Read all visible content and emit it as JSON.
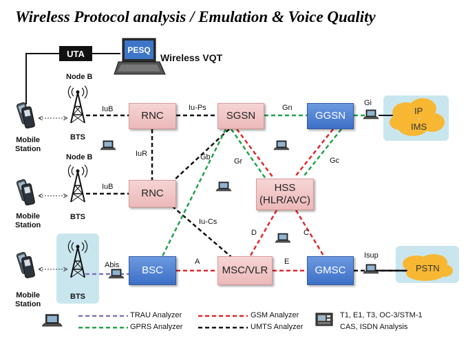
{
  "title": "Wireless Protocol analysis / Emulation & Voice Quality",
  "uta": "UTA",
  "pesq": "PESQ",
  "wireless_vqt": "Wireless VQT",
  "nodes": {
    "rnc1": "RNC",
    "rnc2": "RNC",
    "sgsn": "SGSN",
    "ggsn": "GGSN",
    "hss_line1": "HSS",
    "hss_line2": "(HLR/AVC)",
    "bsc": "BSC",
    "msc": "MSC/VLR",
    "gmsc": "GMSC"
  },
  "labels": {
    "node_b_1": "Node B",
    "node_b_2": "Node B",
    "bts1": "BTS",
    "bts2": "BTS",
    "bts3": "BTS",
    "ms1_l1": "Mobile",
    "ms1_l2": "Station",
    "ms2_l1": "Mobile",
    "ms2_l2": "Station",
    "ms3_l1": "Mobile",
    "ms3_l2": "Station",
    "iub1": "IuB",
    "iub2": "IuB",
    "iups": "Iu-Ps",
    "iur": "IuR",
    "iucs": "Iu-Cs",
    "gn": "Gn",
    "gi": "Gi",
    "gb": "Gb",
    "gr": "Gr",
    "gc": "Gc",
    "d": "D",
    "c": "C",
    "a": "A",
    "e": "E",
    "abis": "Abis",
    "isup": "Isup"
  },
  "clouds": {
    "ip": "IP",
    "ims": "IMS",
    "pstn": "PSTN"
  },
  "legend": {
    "trau": "TRAU Analyzer",
    "gprs": "GPRS Analyzer",
    "gsm": "GSM Analyzer",
    "umts": "UMTS Analyzer",
    "t1": "T1, E1, T3, OC-3/STM-1",
    "cas": "CAS, ISDN Analysis"
  },
  "colors": {
    "trau": "#7e74b8",
    "gprs": "#22a04b",
    "gsm": "#e0262b",
    "umts": "#111111",
    "pink_node": "#efc3c3",
    "blue_node": "#4a7bd0",
    "cloud": "#f7b733",
    "highlight": "#c9e6ee"
  }
}
